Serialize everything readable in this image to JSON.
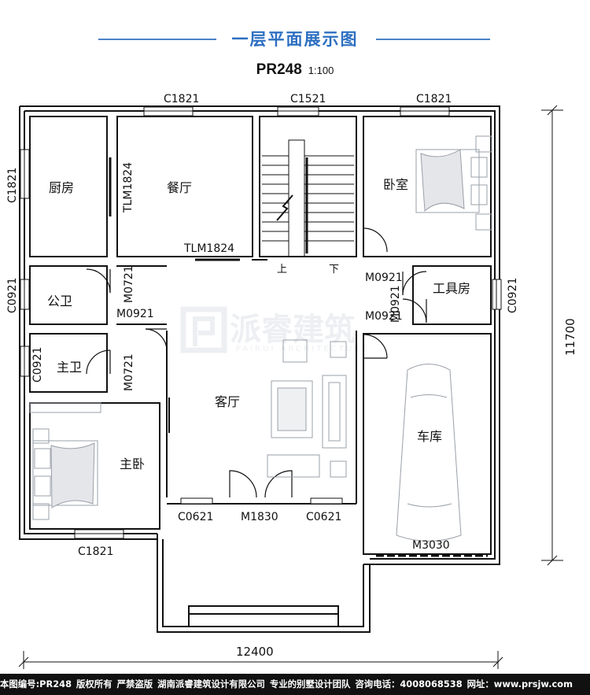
{
  "title": "一层平面展示图",
  "plan_code": "PR248",
  "scale": "1:100",
  "rooms": {
    "kitchen": "厨房",
    "dining": "餐厅",
    "bedroom": "卧室",
    "public_bath": "公卫",
    "tool_room": "工具房",
    "master_bath": "主卫",
    "living": "客厅",
    "master_bedroom": "主卧",
    "garage": "车库"
  },
  "stairs": {
    "up": "上",
    "down": "下"
  },
  "openings": {
    "c1821_top_left": "C1821",
    "c1521_top": "C1521",
    "c1821_top_right": "C1821",
    "c1821_left": "C1821",
    "tlm1824_vertical": "TLM1824",
    "tlm1824_horizontal": "TLM1824",
    "c0921_left_upper": "C0921",
    "m0721_upper": "M0721",
    "m0921_left": "M0921",
    "c0921_left_lower": "C0921",
    "m0721_lower": "M0721",
    "m0921_right_upper": "M0921",
    "m0921_right_vertical": "M0921",
    "m0921_right_lower": "M0921",
    "c0921_right": "C0921",
    "c0621_left": "C0621",
    "m1830": "M1830",
    "c0621_right": "C0621",
    "m3030": "M3030",
    "c1821_bottom": "C1821"
  },
  "dimensions": {
    "height": "11700",
    "width": "12400"
  },
  "watermark": {
    "cn": "派睿建筑",
    "en": "PAIRUI ARCHITECTURE"
  },
  "footer": [
    "本图编号:PR248",
    "版权所有",
    "严禁盗版",
    "湖南派睿建筑设计有限公司",
    "专业的别墅设计团队",
    "咨询电话：4008068538",
    "网址：www.prsjw.com"
  ],
  "colors": {
    "title": "#2d6fc1",
    "title_line": "#4a82c6",
    "wall": "#111111",
    "footer_bg": "#111111"
  }
}
